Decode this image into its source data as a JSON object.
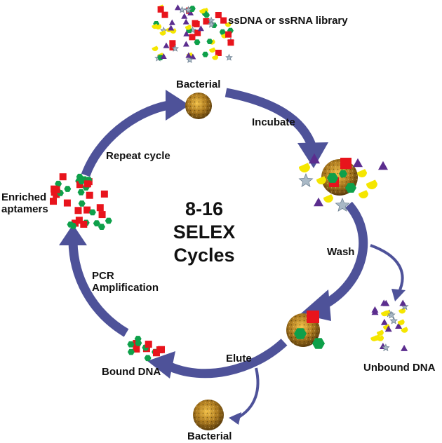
{
  "diagram": {
    "library_label": "ssDNA or ssRNA library",
    "bacterial_top_label": "Bacterial",
    "incubate_label": "Incubate",
    "repeat_label": "Repeat cycle",
    "enriched_line1": "Enriched",
    "enriched_line2": "aptamers",
    "center_line1": "8-16",
    "center_line2": "SELEX",
    "center_line3": "Cycles",
    "wash_label": "Wash",
    "pcr_line1": "PCR",
    "pcr_line2": "Amplification",
    "unbound_label": "Unbound DNA",
    "elute_label": "Elute",
    "bound_label": "Bound DNA",
    "bacterial_bottom_label": "Bacterial"
  },
  "colors": {
    "arrow": "#4e5299",
    "red": "#e8141c",
    "green": "#0ea04a",
    "yellow": "#f5e600",
    "purple": "#5b2d8e",
    "star": "#a9b9c6",
    "cell": "#b07d20"
  }
}
